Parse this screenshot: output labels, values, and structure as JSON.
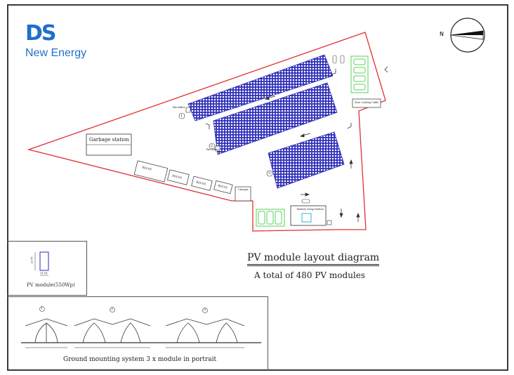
{
  "logo": {
    "mark": "DS",
    "name": "New Energy",
    "brand_color": "#1f6fc8"
  },
  "compass": {
    "label": "N",
    "icon": "north-arrow-icon"
  },
  "diagram": {
    "title": "PV module layout diagram",
    "subtitle": "A total of 480 PV modules"
  },
  "site": {
    "garbage_station": "Garbage station",
    "rectifier": "Rectifier",
    "rectifier_lower": "Rectifier",
    "zero_cooling": "Zero Cooling Cable",
    "battery_room": "Battery Swap Station",
    "array_numbers": [
      "1",
      "2",
      "3"
    ],
    "buildings": [
      "RSU05",
      "RSU04",
      "RSU03",
      "RSU02"
    ],
    "charger": "Charger",
    "boundary_color": "#e03030",
    "module_color": "#2b2bb8",
    "parking_color": "#5ad25a"
  },
  "legend": {
    "module_label": "PV module(550Wp)",
    "module_height": "2278",
    "module_width": "1134"
  },
  "mounting": {
    "caption": "Ground mounting system 3 x module in portrait",
    "markers": [
      "1",
      "2",
      "3"
    ]
  }
}
